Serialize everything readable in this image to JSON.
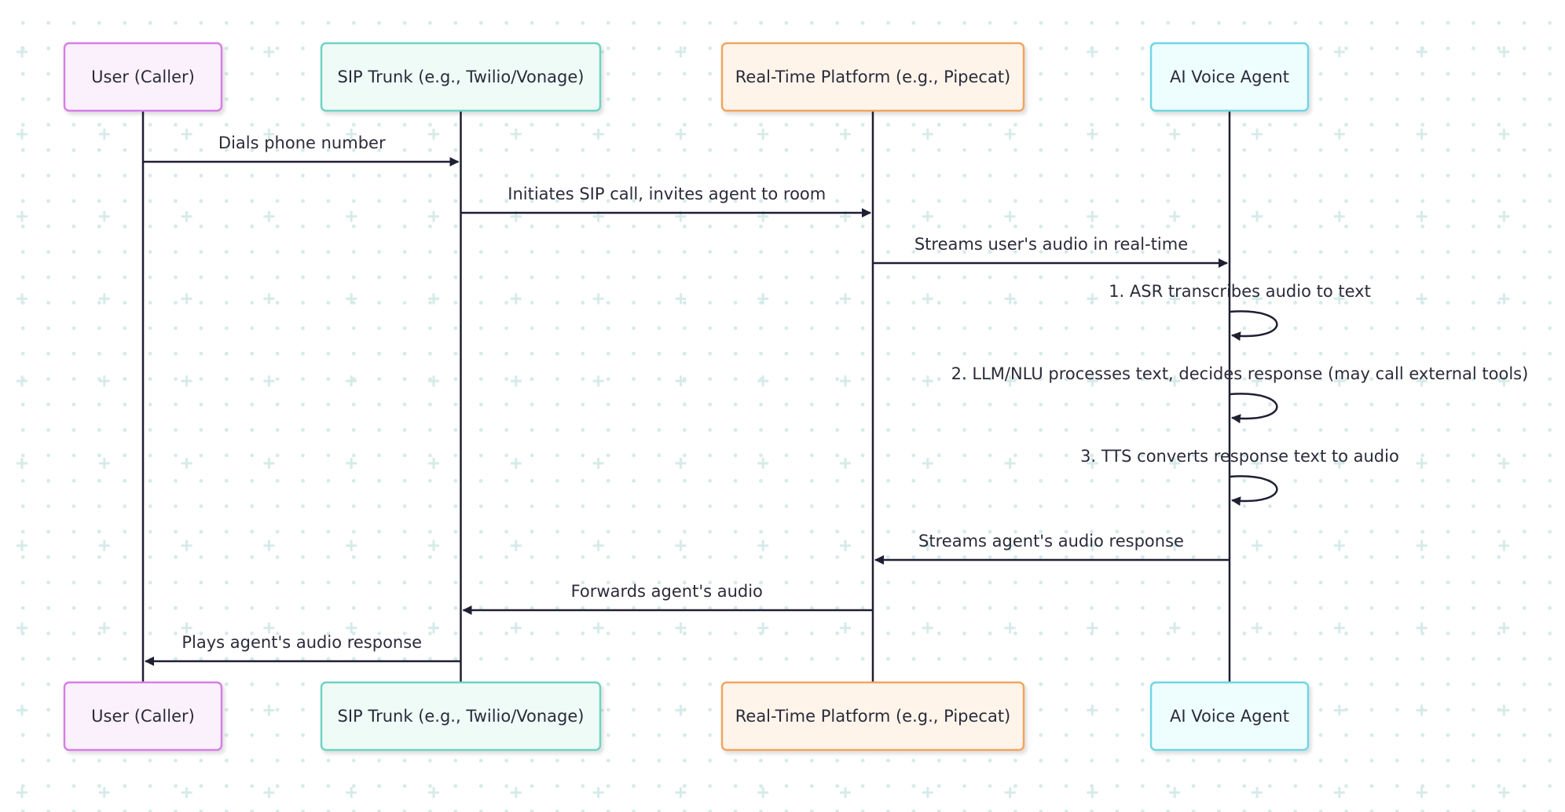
{
  "participants": [
    {
      "id": "user",
      "label": "User (Caller)",
      "fill": "#fbf1fd",
      "stroke": "#d77ee6"
    },
    {
      "id": "sip",
      "label": "SIP Trunk (e.g., Twilio/Vonage)",
      "fill": "#eefbf7",
      "stroke": "#6fd3c1"
    },
    {
      "id": "platform",
      "label": "Real-Time Platform (e.g., Pipecat)",
      "fill": "#fef4ea",
      "stroke": "#f0a560"
    },
    {
      "id": "agent",
      "label": "AI Voice Agent",
      "fill": "#eefdfe",
      "stroke": "#6fd5e3"
    }
  ],
  "messages": [
    {
      "from": "user",
      "to": "sip",
      "label": "Dials phone number"
    },
    {
      "from": "sip",
      "to": "platform",
      "label": "Initiates SIP call, invites agent to room"
    },
    {
      "from": "platform",
      "to": "agent",
      "label": "Streams user's audio in real-time"
    },
    {
      "from": "agent",
      "to": "agent",
      "label": "1. ASR transcribes audio to text"
    },
    {
      "from": "agent",
      "to": "agent",
      "label": "2. LLM/NLU processes text, decides response (may call external tools)"
    },
    {
      "from": "agent",
      "to": "agent",
      "label": "3. TTS converts response text to audio"
    },
    {
      "from": "agent",
      "to": "platform",
      "label": "Streams agent's audio response"
    },
    {
      "from": "platform",
      "to": "sip",
      "label": "Forwards agent's audio"
    },
    {
      "from": "sip",
      "to": "user",
      "label": "Plays agent's audio response"
    }
  ],
  "colors": {
    "line": "#1f1f33",
    "text": "#2b2b3b",
    "background": "#ffffff",
    "grid": "#d6ebe9"
  }
}
